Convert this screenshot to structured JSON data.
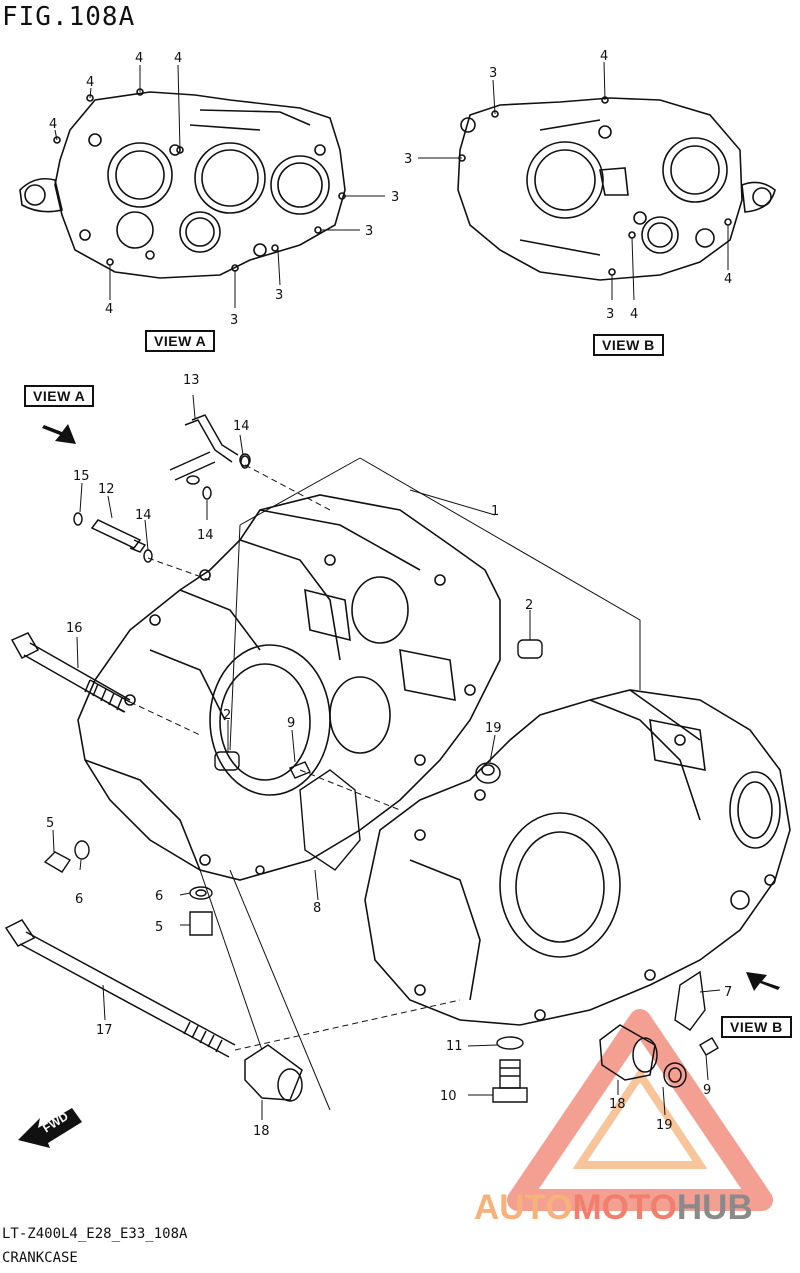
{
  "figure_title": "FIG.108A",
  "view_labels": {
    "view_a_top": "VIEW A",
    "view_b_top": "VIEW B",
    "view_a_pointer": "VIEW A",
    "view_b_pointer": "VIEW B"
  },
  "fwd_label": "FWD",
  "callouts": {
    "c1": "1",
    "c2a": "2",
    "c2b": "2",
    "c3_a1": "3",
    "c3_a2": "3",
    "c3_a3": "3",
    "c3_a4": "3",
    "c3_b1": "3",
    "c3_b2": "3",
    "c3_b3": "3",
    "c4_a1": "4",
    "c4_a2": "4",
    "c4_a3": "4",
    "c4_a4": "4",
    "c4_a5": "4",
    "c4_b1": "4",
    "c4_b2": "4",
    "c4_b3": "4",
    "c5a": "5",
    "c5b": "5",
    "c6a": "6",
    "c6b": "6",
    "c7": "7",
    "c8": "8",
    "c9a": "9",
    "c9b": "9",
    "c10": "10",
    "c11": "11",
    "c12": "12",
    "c13": "13",
    "c14a": "14",
    "c14b": "14",
    "c14c": "14",
    "c15": "15",
    "c16": "16",
    "c17": "17",
    "c18a": "18",
    "c18b": "18",
    "c19a": "19",
    "c19b": "19"
  },
  "footer": {
    "model_code": "LT-Z400L4_E28_E33_108A",
    "part_group": "CRANKCASE"
  },
  "watermark": {
    "part1": "AUTO",
    "part2": "MOTO",
    "part3": "HUB"
  },
  "colors": {
    "line": "#111111",
    "watermark_orange": "#f6b27a",
    "watermark_red": "#f07f6e",
    "watermark_gray": "#8a8a8a"
  }
}
